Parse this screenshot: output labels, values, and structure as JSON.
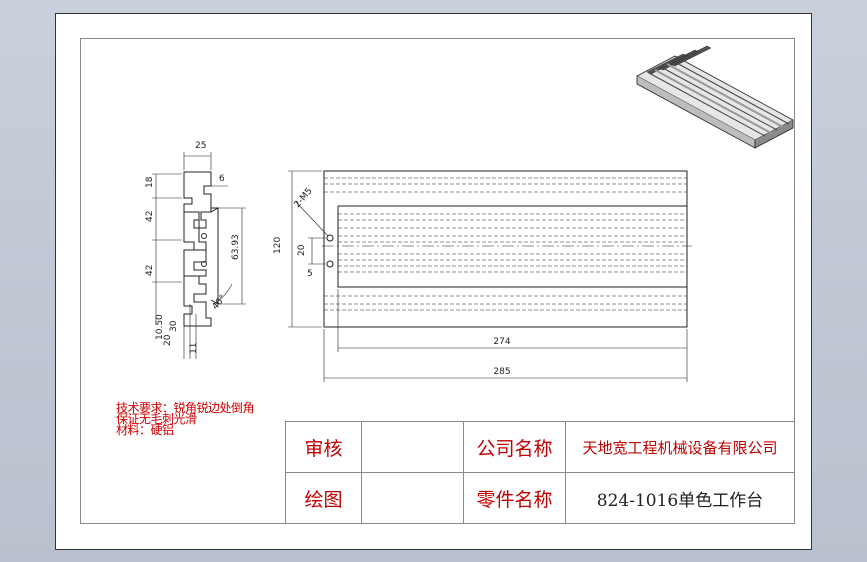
{
  "notes": {
    "line1": "技术要求：锐角锐边处倒角",
    "line2": "保证无毛刺光滑",
    "line3": "材料：硬铝"
  },
  "title_block": {
    "review_label": "审核",
    "drawing_label": "绘图",
    "company_label": "公司名称",
    "company_value": "天地宽工程机械设备有限公司",
    "part_label": "零件名称",
    "part_value": "824-1016单色工作台"
  },
  "dims": {
    "profile_width": "25",
    "slot_offset": "6",
    "top_pitch": "18",
    "pitch_upper": "42",
    "pitch_lower": "42",
    "dim_639": "63.93",
    "angle": "40°",
    "dim_105": "10.50",
    "dim_20": "20",
    "dim_30": "30",
    "dim_11": "11",
    "height": "120",
    "hole_spec": "2-M5",
    "hole_pitch": "20",
    "hole_offset": "5",
    "inner_length": "274",
    "total_length": "285"
  },
  "colors": {
    "note_red": "#d00000",
    "title_red": "#c00000",
    "line": "#222222",
    "background": "#c3cad6"
  }
}
